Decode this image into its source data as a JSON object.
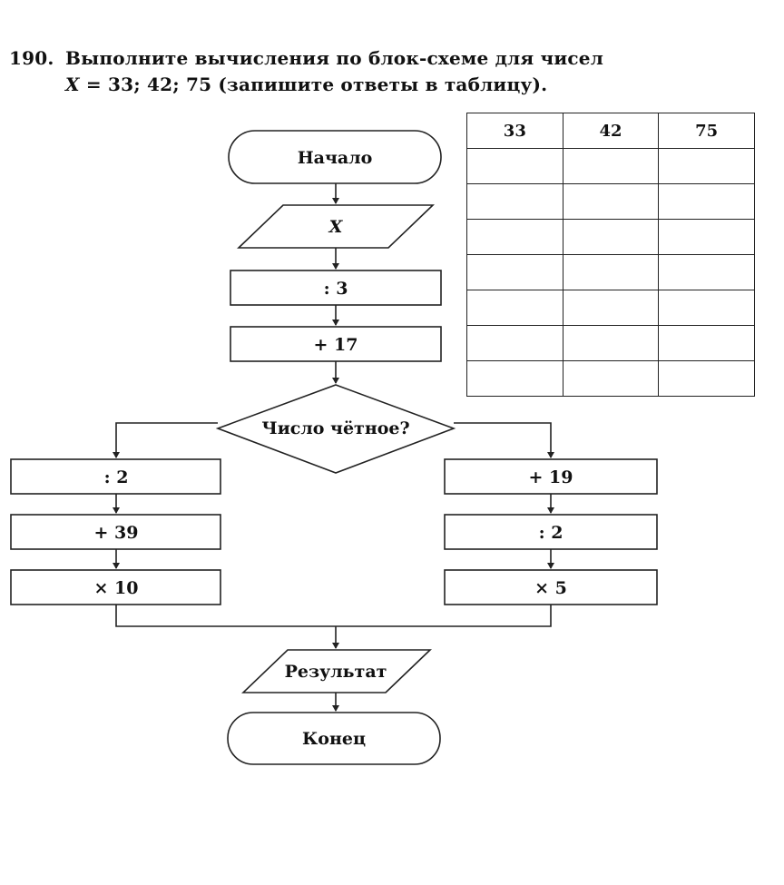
{
  "task": {
    "number": "190.",
    "line1": "Выполните вычисления по блок-схеме для чисел",
    "var": "X",
    "line2_rest": " = 33; 42; 75 (запишите ответы в таблицу)."
  },
  "flowchart": {
    "start": "Начало",
    "input": "X",
    "step1": ": 3",
    "step2": "+ 17",
    "decision": "Число чётное?",
    "left_branch": [
      ": 2",
      "+ 39",
      "× 10"
    ],
    "right_branch": [
      "+ 19",
      ": 2",
      "× 5"
    ],
    "output": "Результат",
    "end": "Конец"
  },
  "answer_table": {
    "headers": [
      "33",
      "42",
      "75"
    ],
    "empty_rows": 7
  }
}
